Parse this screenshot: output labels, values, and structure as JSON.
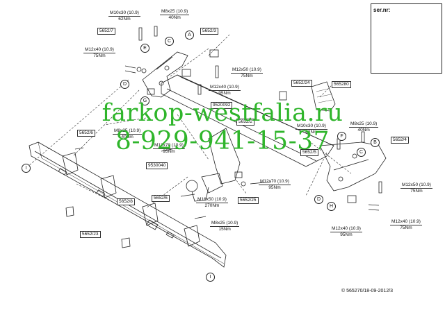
{
  "watermark": {
    "site": "farkop-westfalia.ru",
    "phone": "8-929-941-15-37",
    "color": "#2fb52b"
  },
  "serial_box": {
    "title": "ser.nr:",
    "icon": "warning-triangle-icon"
  },
  "copyright": "© 565270/18-09-2012/3",
  "part_numbers": {
    "p5652_7": "5652/7",
    "p5652_3": "5652/3",
    "p5652_24": "5652/24",
    "p565280": "565280",
    "p9520092": "9520092",
    "p5652_2": "5652/2",
    "p5652_6a": "5652/6",
    "p5652_5": "5652/5",
    "p5652_4": "5652/4",
    "p9530040": "9530040",
    "p5652_8": "5652/8",
    "p5652_6b": "5652/6",
    "p5652_25": "5652/25",
    "p5652_23": "5652/23"
  },
  "torques": {
    "t1": {
      "spec": "M10x30 (10.9)",
      "value": "62Nm"
    },
    "t2": {
      "spec": "M8x25 (10.9)",
      "value": "40Nm"
    },
    "t3": {
      "spec": "M12x40 (10.9)",
      "value": "75Nm"
    },
    "t4": {
      "spec": "M12x50 (10.9)",
      "value": "75Nm"
    },
    "t5": {
      "spec": "M12x40 (10.9)",
      "value": "95Nm"
    },
    "t6": {
      "spec": "M10x30 (10.9)",
      "value": "62Nm"
    },
    "t7": {
      "spec": "M8x25 (10.9)",
      "value": "40Nm"
    },
    "t8": {
      "spec": "M8x25 (10.9)",
      "value": "40Nm"
    },
    "t9": {
      "spec": "M12x70 (10.9)",
      "value": "95Nm"
    },
    "t10": {
      "spec": "M12x70 (10.9)",
      "value": "95Nm"
    },
    "t11": {
      "spec": "M12x50 (10.9)",
      "value": "75Nm"
    },
    "t12": {
      "spec": "M16x50 (10.9)",
      "value": "270Nm"
    },
    "t13": {
      "spec": "M8x25 (10.9)",
      "value": "15Nm"
    },
    "t14": {
      "spec": "M12x40 (10.9)",
      "value": "75Nm"
    },
    "t15": {
      "spec": "M12x40 (10.9)",
      "value": "95Nm"
    }
  },
  "letters": {
    "A": "A",
    "B": "B",
    "C1": "C",
    "C2": "C",
    "D1": "D",
    "D2": "D",
    "E": "E",
    "F": "F",
    "G": "G",
    "H": "H",
    "I1": "I",
    "I2": "I"
  },
  "colors": {
    "line": "#222222",
    "watermark": "#2fb52b"
  }
}
